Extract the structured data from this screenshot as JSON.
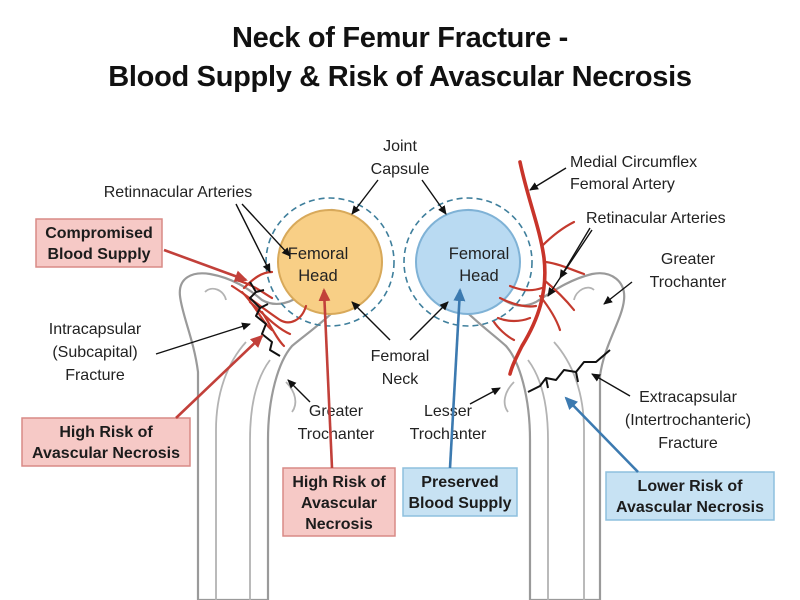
{
  "title": {
    "line1": "Neck of Femur Fracture -",
    "line2": "Blood Supply & Risk of Avascular Necrosis"
  },
  "labels": {
    "joint_capsule_1": "Joint",
    "joint_capsule_2": "Capsule",
    "retinacular_left": "Retinnacular Arteries",
    "retinacular_right": "Retinacular Arteries",
    "medial_circumflex_1": "Medial Circumflex",
    "medial_circumflex_2": "Femoral Artery",
    "greater_trochanter_right_1": "Greater",
    "greater_trochanter_right_2": "Trochanter",
    "femoral_head_left_1": "Femoral",
    "femoral_head_left_2": "Head",
    "femoral_head_right_1": "Femoral",
    "femoral_head_right_2": "Head",
    "intracapsular_1": "Intracapsular",
    "intracapsular_2": "(Subcapital)",
    "intracapsular_3": "Fracture",
    "femoral_neck_1": "Femoral",
    "femoral_neck_2": "Neck",
    "greater_trochanter_left_1": "Greater",
    "greater_trochanter_left_2": "Trochanter",
    "lesser_trochanter_1": "Lesser",
    "lesser_trochanter_2": "Trochanter",
    "extracapsular_1": "Extracapsular",
    "extracapsular_2": "(Intertrochanteric)",
    "extracapsular_3": "Fracture"
  },
  "boxes": {
    "compromised_1": "Compromised",
    "compromised_2": "Blood Supply",
    "high_risk_left_1": "High Risk of",
    "high_risk_left_2": "Avascular Necrosis",
    "high_risk_center_1": "High Risk of",
    "high_risk_center_2": "Avascular",
    "high_risk_center_3": "Necrosis",
    "preserved_1": "Preserved",
    "preserved_2": "Blood Supply",
    "lower_risk_1": "Lower Risk of",
    "lower_risk_2": "Avascular Necrosis"
  },
  "colors": {
    "red_box_fill": "#f6c9c6",
    "red_box_stroke": "#d98a86",
    "blue_box_fill": "#c7e2f3",
    "blue_box_stroke": "#8ec0de",
    "red_arrow": "#c2403a",
    "blue_arrow": "#3c7ab0",
    "head_left_fill": "#f8cf86",
    "head_right_fill": "#b9daf2",
    "artery": "#c43a2e",
    "capsule": "#3f7f9c"
  }
}
